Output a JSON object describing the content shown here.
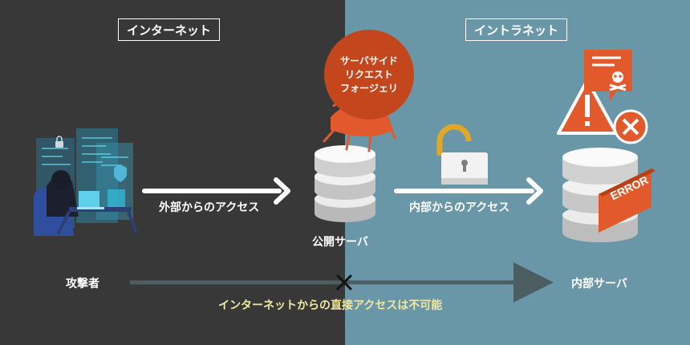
{
  "zones": {
    "internet": "インターネット",
    "intranet": "イントラネット"
  },
  "bubble": {
    "lines": [
      "サーバサイド",
      "リクエスト",
      "フォージェリ"
    ]
  },
  "arrows": {
    "external_access": "外部からのアクセス",
    "internal_access": "内部からのアクセス"
  },
  "nodes": {
    "public_server": "公開サーバ",
    "attacker": "攻撃者",
    "internal_server": "内部サーバ"
  },
  "note": "インターネットからの直接アクセスは不可能",
  "error_badge": "ERROR",
  "icons": [
    "hacker-illustration",
    "bug-icon",
    "padlock-icon",
    "warning-icon",
    "skull-message-icon",
    "cross-circle-icon",
    "cross-mark-icon"
  ],
  "colors": {
    "internet_bg": "#383838",
    "intranet_bg": "#6a97a8",
    "accent": "#c4461c",
    "note_text": "#f0e7a0"
  }
}
